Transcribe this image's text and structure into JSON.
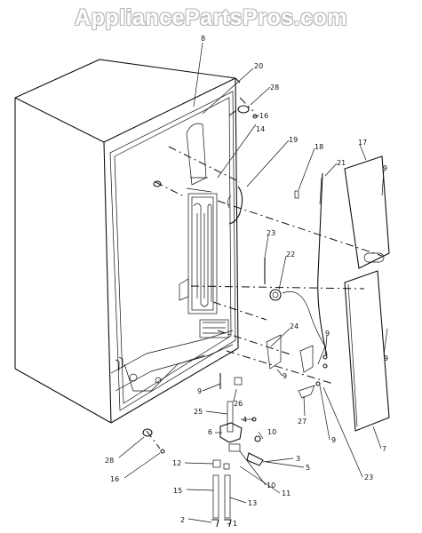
{
  "watermark": "AppliancePartsPros.com",
  "callouts": [
    {
      "id": "c8",
      "text": "8"
    },
    {
      "id": "c20",
      "text": "20"
    },
    {
      "id": "c28a",
      "text": "28"
    },
    {
      "id": "c16a",
      "text": "16"
    },
    {
      "id": "c14",
      "text": "14"
    },
    {
      "id": "c19",
      "text": "19"
    },
    {
      "id": "c18",
      "text": "18"
    },
    {
      "id": "c17",
      "text": "17"
    },
    {
      "id": "c21",
      "text": "21"
    },
    {
      "id": "c9a",
      "text": "9"
    },
    {
      "id": "c23a",
      "text": "23"
    },
    {
      "id": "c22",
      "text": "22"
    },
    {
      "id": "c24",
      "text": "24"
    },
    {
      "id": "c9b",
      "text": "9"
    },
    {
      "id": "c9c",
      "text": "9"
    },
    {
      "id": "c9d",
      "text": "9"
    },
    {
      "id": "c9e",
      "text": "9"
    },
    {
      "id": "c26",
      "text": "26"
    },
    {
      "id": "c25",
      "text": "25"
    },
    {
      "id": "c4",
      "text": "4"
    },
    {
      "id": "c27",
      "text": "27"
    },
    {
      "id": "c9f",
      "text": "9"
    },
    {
      "id": "c7",
      "text": "7"
    },
    {
      "id": "c6",
      "text": "6"
    },
    {
      "id": "c10a",
      "text": "10"
    },
    {
      "id": "c3",
      "text": "3"
    },
    {
      "id": "c5",
      "text": "5"
    },
    {
      "id": "c23b",
      "text": "23"
    },
    {
      "id": "c28b",
      "text": "28"
    },
    {
      "id": "c16b",
      "text": "16"
    },
    {
      "id": "c12",
      "text": "12"
    },
    {
      "id": "c10b",
      "text": "10"
    },
    {
      "id": "c15",
      "text": "15"
    },
    {
      "id": "c13",
      "text": "13"
    },
    {
      "id": "c11",
      "text": "11"
    },
    {
      "id": "c2",
      "text": "2"
    },
    {
      "id": "c1",
      "text": "1"
    }
  ]
}
